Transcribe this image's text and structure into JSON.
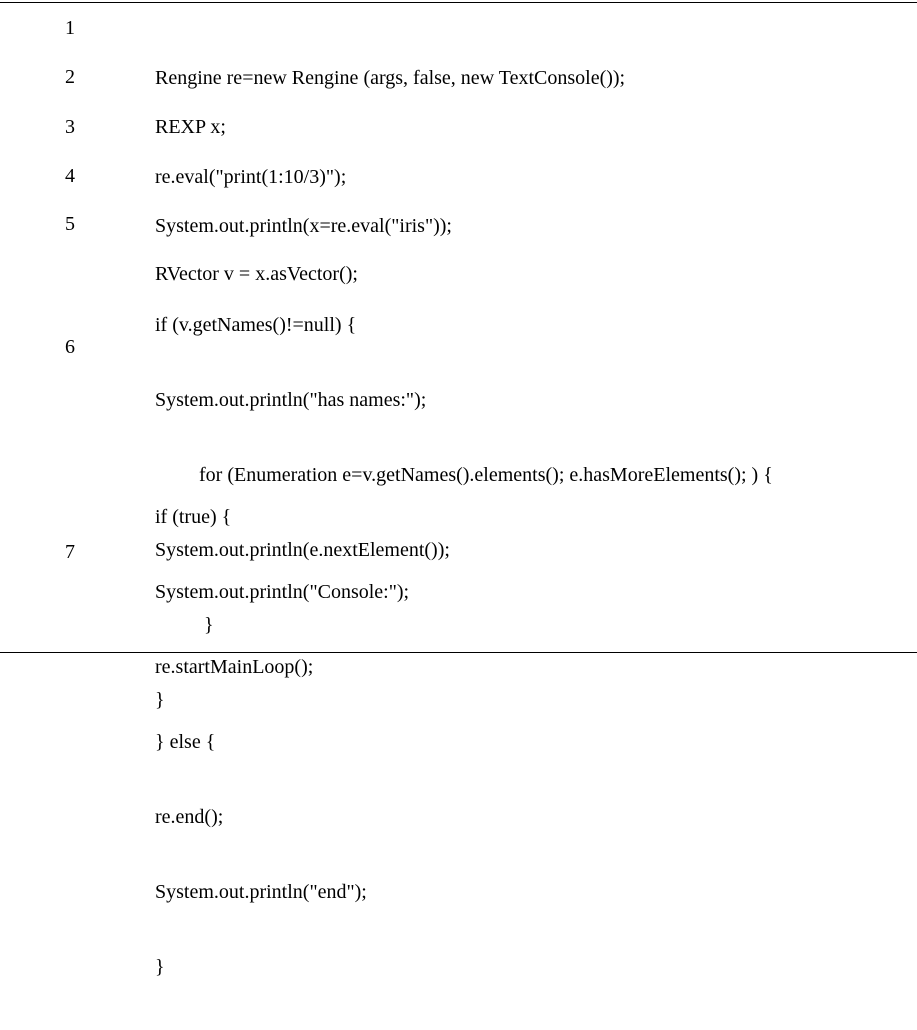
{
  "table": {
    "rows": [
      {
        "number": "1",
        "lines": [
          "Rengine re=new Rengine (args, false, new TextConsole());"
        ]
      },
      {
        "number": "2",
        "lines": [
          "REXP x;"
        ]
      },
      {
        "number": "3",
        "lines": [
          "re.eval(\"print(1:10/3)\");"
        ]
      },
      {
        "number": "4",
        "lines": [
          "System.out.println(x=re.eval(\"iris\"));"
        ]
      },
      {
        "number": "5",
        "lines": [
          "RVector v = x.asVector();"
        ]
      },
      {
        "number": "6",
        "lines": [
          "if (v.getNames()!=null) {",
          "System.out.println(\"has names:\");",
          "for (Enumeration e=v.getNames().elements(); e.hasMoreElements(); ) {",
          "System.out.println(e.nextElement());",
          "}",
          "}"
        ]
      },
      {
        "number": "7",
        "lines": [
          "if (true) {",
          "System.out.println(\"Console:\");",
          "re.startMainLoop();",
          "} else {",
          "re.end();",
          "System.out.println(\"end\");",
          "}"
        ]
      }
    ]
  }
}
